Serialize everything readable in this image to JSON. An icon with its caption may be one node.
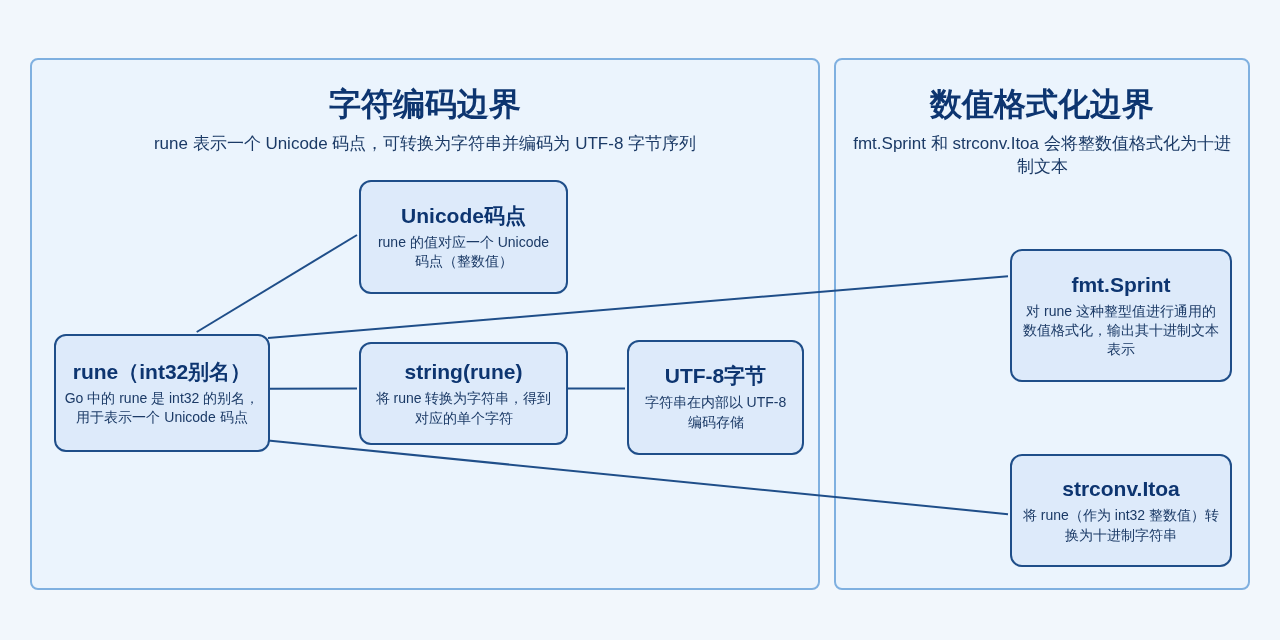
{
  "diagram": {
    "nodes": [
      {
        "text": [
          "字符编码边界",
          "rune 表示一个 Unicode 码点，可转换为字符串并编码为 UTF-8 字节序列"
        ]
      },
      {
        "text": [
          "数值格式化边界",
          "fmt.Sprint 和 strconv.Itoa 会将整数值格式化为十进制文本"
        ]
      },
      {
        "text": [
          "rune（int32别名）",
          "Go 中的 rune 是 int32 的别名，用于表示一个 Unicode 码点"
        ],
        "in": 0
      },
      {
        "text": [
          "Unicode码点",
          "rune 的值对应一个 Unicode 码点（整数值）"
        ],
        "in": 0
      },
      {
        "text": [
          "string(rune)",
          "将 rune 转换为字符串，得到对应的单个字符"
        ],
        "in": 0
      },
      {
        "text": [
          "UTF-8字节",
          "字符串在内部以 UTF-8 编码存储"
        ],
        "in": 0
      },
      {
        "text": [
          "fmt.Sprint",
          "对 rune 这种整型值进行通用的数值格式化，输出其十进制文本表示"
        ],
        "in": 1
      },
      {
        "text": [
          "strconv.Itoa",
          "将 rune（作为 int32 整数值）转换为十进制字符串"
        ],
        "in": 1
      }
    ],
    "edges": [
      {
        "from": 2,
        "to": 3,
        "arrow": "none"
      },
      {
        "from": 2,
        "to": 6,
        "arrow": "none"
      },
      {
        "from": 2,
        "to": 4,
        "arrow": "none"
      },
      {
        "from": 4,
        "to": 5,
        "arrow": "none"
      },
      {
        "from": 2,
        "to": 7,
        "arrow": "none"
      }
    ]
  }
}
